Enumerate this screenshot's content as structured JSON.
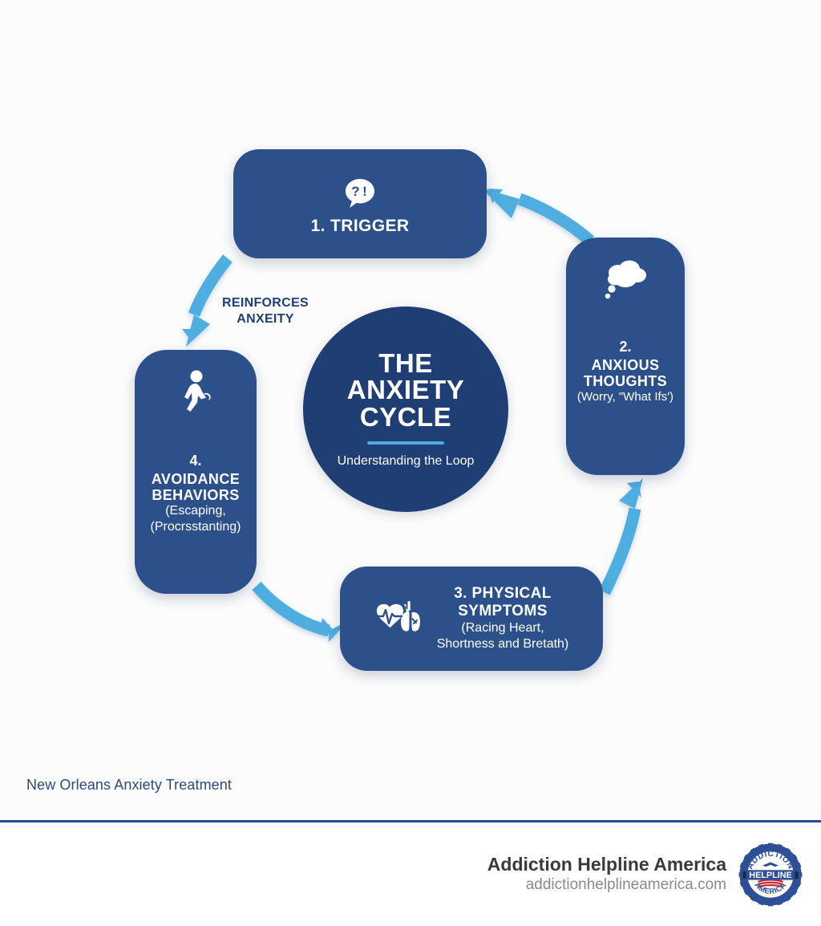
{
  "center": {
    "title_line1": "THE",
    "title_line2": "ANXIETY",
    "title_line3": "CYCLE",
    "subtitle": "Understanding the Loop"
  },
  "connector_label": {
    "line1": "REINFORCES",
    "line2": "ANXEITY"
  },
  "nodes": [
    {
      "id": "trigger",
      "number": "",
      "label": "1. TRIGGER",
      "sub": "",
      "icon": "question-exclamation-speech-bubble-icon"
    },
    {
      "id": "thoughts",
      "number": "2.",
      "label_line1": "ANXIOUS",
      "label_line2": "THOUGHTS",
      "sub": "(Worry, \"What Ifs')",
      "icon": "thought-bubble-icon"
    },
    {
      "id": "physical",
      "number": "",
      "label_line1": "3. PHYSICAL",
      "label_line2": "SYMPTOMS",
      "sub_line1": "(Racing Heart,",
      "sub_line2": "Shortness and Bretath)",
      "icon": "heart-lungs-icon"
    },
    {
      "id": "avoidance",
      "number": "4.",
      "label_line1": "AVOIDANCE",
      "label_line2": "BEHAVIORS",
      "sub_line1": "(Escaping,",
      "sub_line2": "(Procrsstanting)",
      "icon": "walking-person-icon"
    }
  ],
  "caption": "New Orleans Anxiety Treatment",
  "footer": {
    "brand_name": "Addiction Helpline America",
    "website": "addictionhelplineamerica.com",
    "badge": {
      "top_text": "ADDICTION",
      "center_text": "HELPLINE",
      "bottom_text": "AMERICA"
    }
  },
  "colors": {
    "node_navy": "#2c5089",
    "hub_navy": "#1f3e73",
    "arrow_blue": "#4faee0",
    "accent_rule": "#4faee0",
    "background": "#fcfcfc",
    "caption_text": "#2c4a7c"
  }
}
